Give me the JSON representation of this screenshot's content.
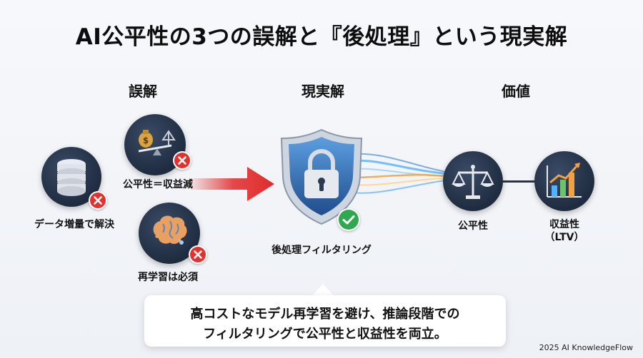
{
  "title": "AI公平性の3つの誤解と『後処理』という現実解",
  "columns": {
    "misconception": "誤解",
    "solution": "現実解",
    "value": "価値"
  },
  "misconceptions": [
    {
      "label": "公平性＝収益減",
      "icon": "money-bag-scale-icon"
    },
    {
      "label": "データ増量で解決",
      "icon": "database-icon"
    },
    {
      "label": "再学習は必須",
      "icon": "brain-circuit-icon"
    }
  ],
  "solution": {
    "label": "後処理フィルタリング",
    "icon": "shield-lock-icon"
  },
  "values": [
    {
      "label": "公平性",
      "icon": "balance-scale-icon"
    },
    {
      "label_line1": "収益性",
      "label_line2": "（LTV）",
      "icon": "growth-chart-icon"
    }
  ],
  "callout": {
    "line1": "高コストなモデル再学習を避け、推論段階での",
    "line2": "フィルタリングで公平性と収益性を両立。"
  },
  "footer": "2025 AI KnowledgeFlow",
  "colors": {
    "icon_circle": "#24334a",
    "error_red": "#e0322f",
    "check_green": "#2fa84f",
    "arrow_red": "#e02b2b",
    "shield_blue": "#3f7fc4"
  }
}
